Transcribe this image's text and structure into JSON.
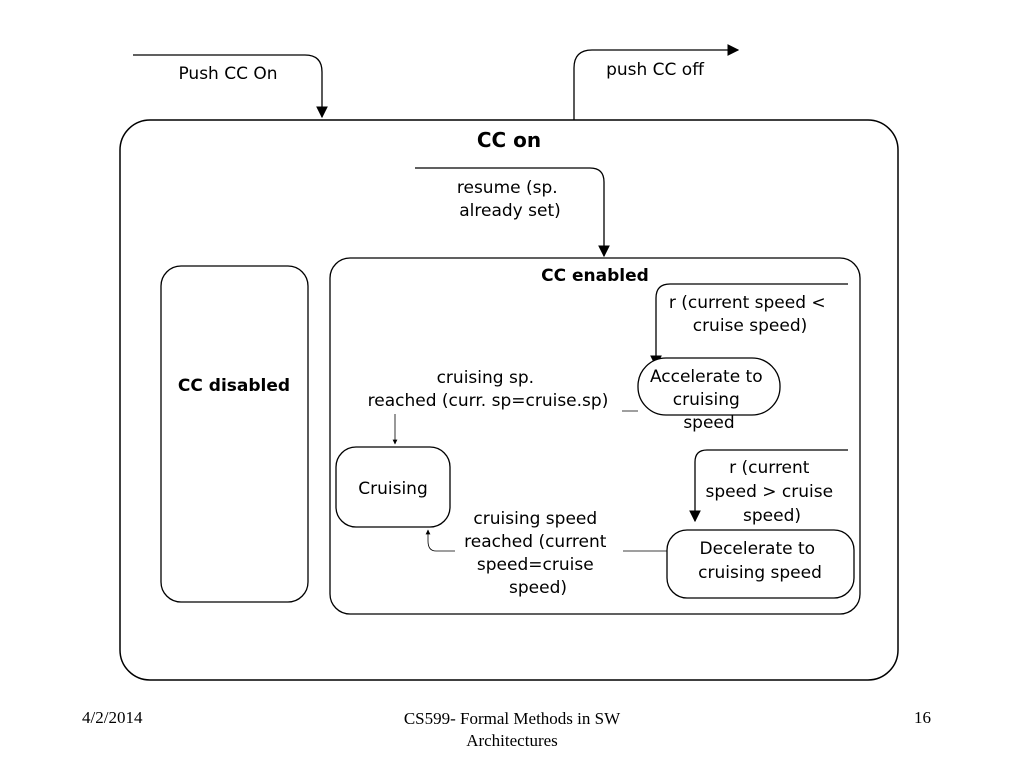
{
  "diagram": {
    "states": {
      "cc_on": "CC on",
      "cc_enabled": "CC enabled",
      "cc_disabled": "CC disabled",
      "cruising": "Cruising",
      "accelerate": [
        "Accelerate to",
        "cruising",
        "speed"
      ],
      "decelerate": [
        "Decelerate to",
        "cruising speed"
      ]
    },
    "transitions": {
      "push_cc_on": "Push CC On",
      "push_cc_off": "push CC off",
      "resume": [
        "resume (sp.",
        "already set)"
      ],
      "r_less": [
        "r (current speed <",
        "cruise speed)"
      ],
      "r_greater": [
        "r (current",
        "speed > cruise",
        "speed)"
      ],
      "cruising_reached_top": [
        "cruising sp.",
        "reached (curr. sp=cruise.sp)"
      ],
      "cruising_reached_bottom": [
        "cruising speed",
        "reached (current",
        "speed=cruise",
        "speed)"
      ]
    },
    "colors": {
      "stroke": "#000000",
      "background": "#ffffff"
    }
  },
  "footer": {
    "date": "4/2/2014",
    "title": "CS599- Formal Methods in SW Architectures",
    "page": "16"
  }
}
